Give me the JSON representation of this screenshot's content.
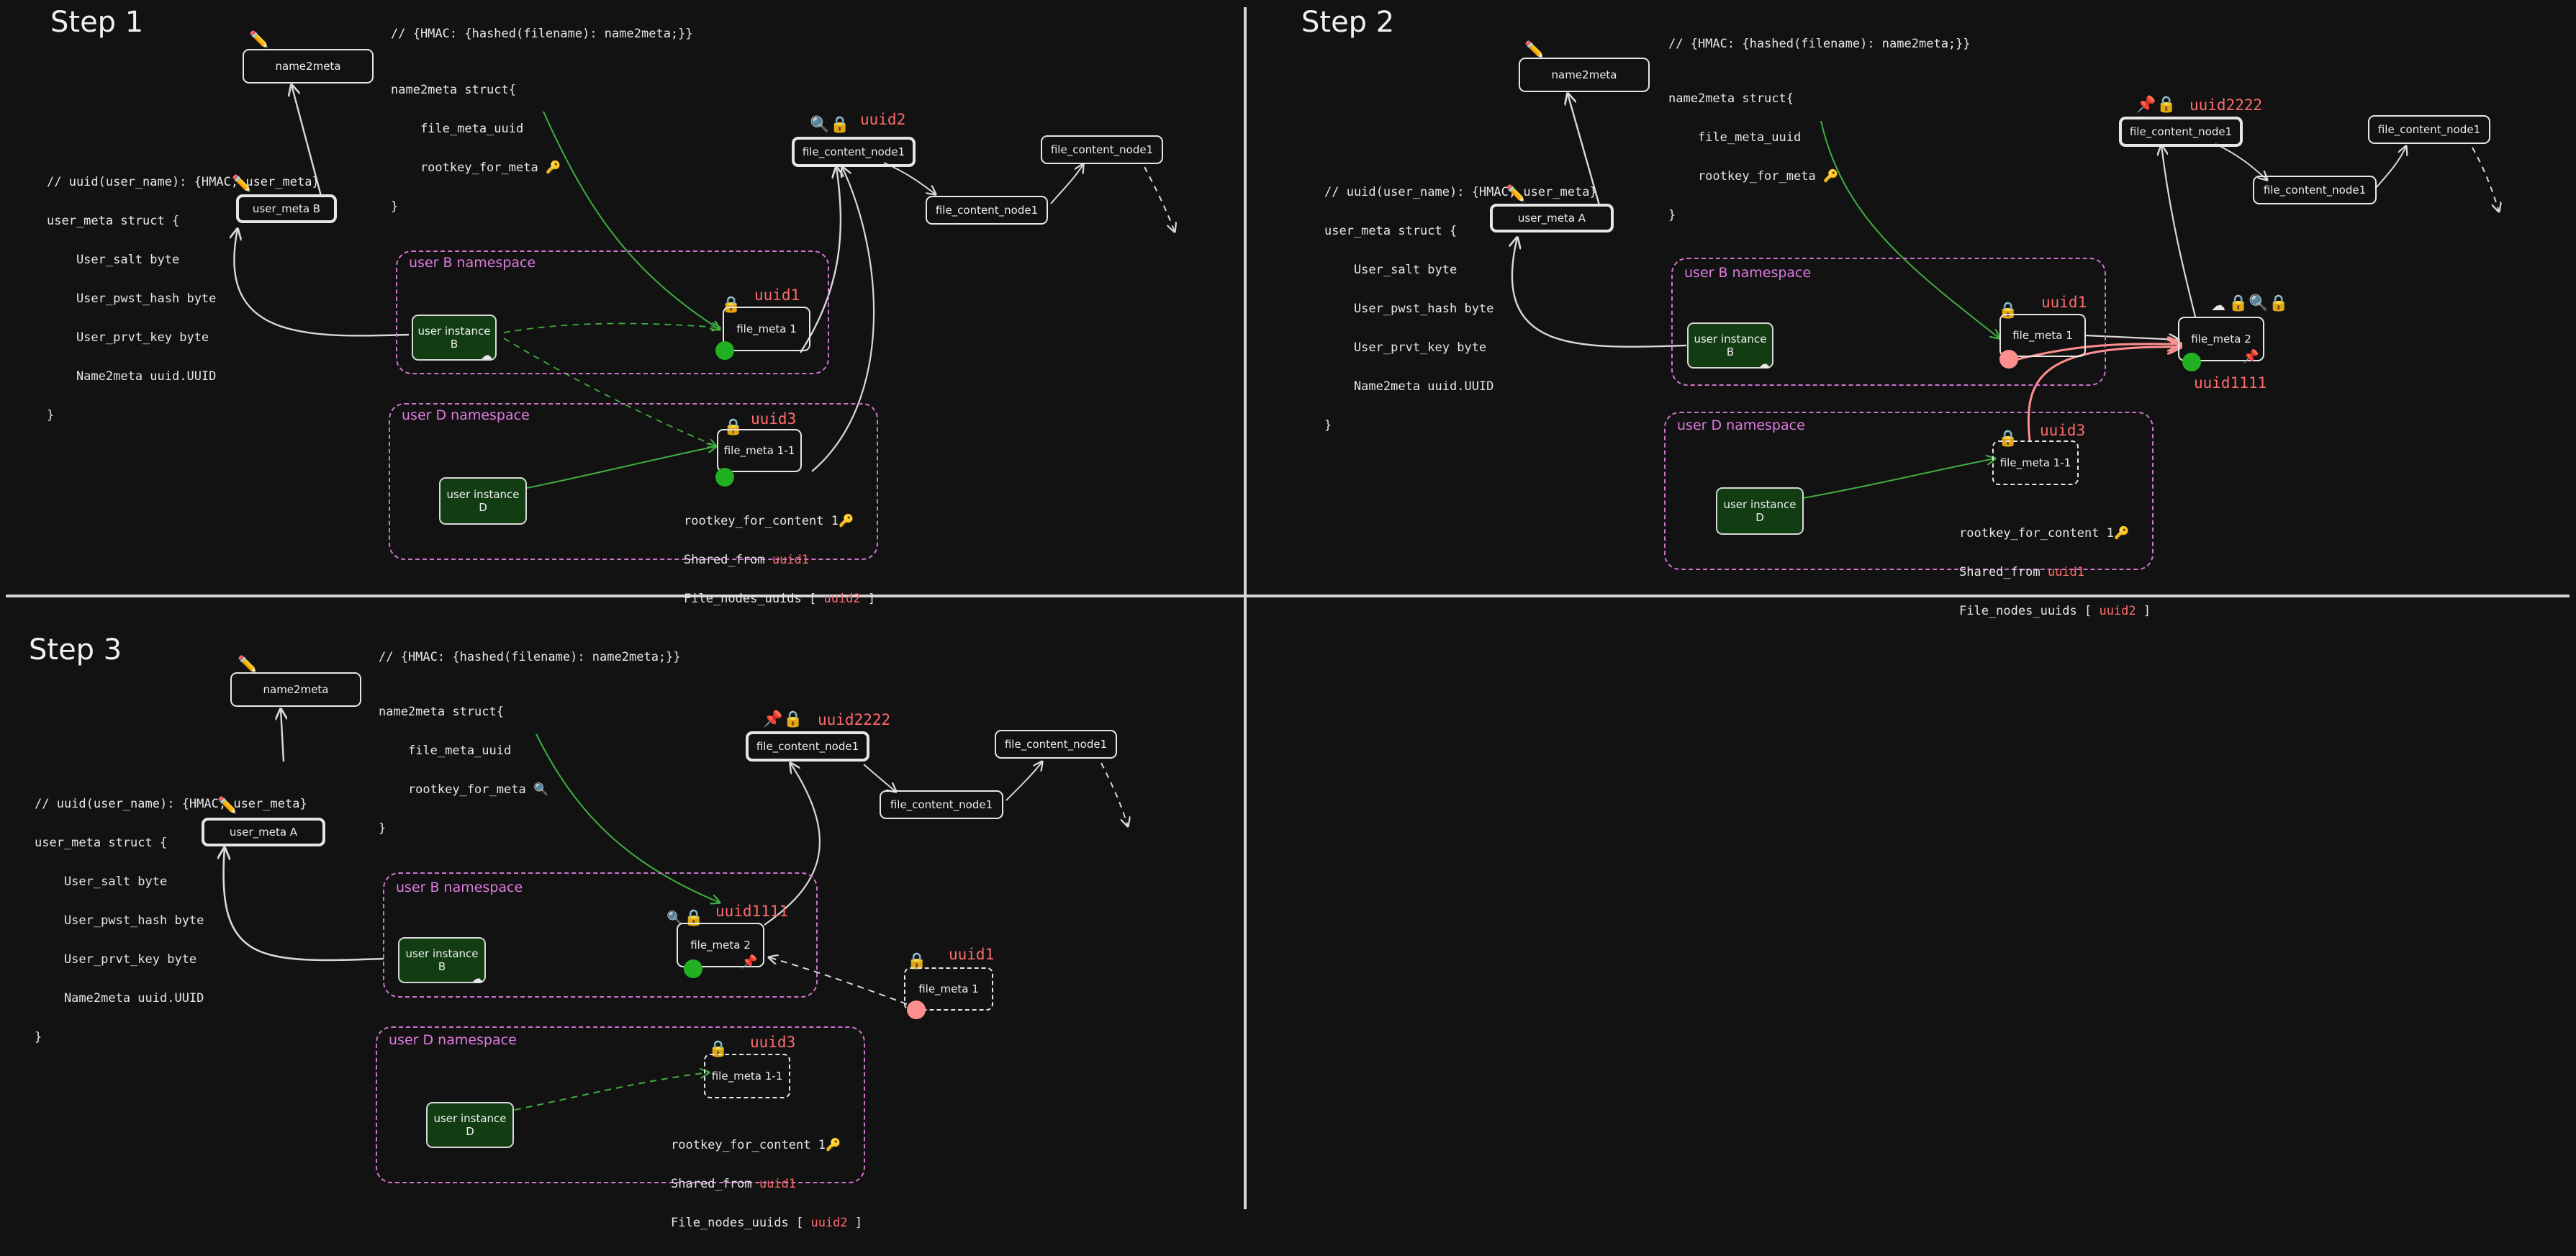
{
  "colors": {
    "background": "#121212",
    "namespace_border": "#cf74cf",
    "namespace_label": "#e07be0",
    "uuid_text": "#ff6b6b",
    "instance_fill": "#123d13",
    "arrow_green": "#3fae3f",
    "arrow_red": "#ff8f8f",
    "arrow_white": "#d8d8d8",
    "green_dot": "#21b021",
    "red_dot": "#ff8f8f"
  },
  "icons": {
    "edit": "pencil-icon",
    "lock": "lock-icon",
    "key": "key-icon",
    "magnifier": "magnifier-icon",
    "pin": "pushpin-icon",
    "cloud": "cloud-icon"
  },
  "step1": {
    "title": "Step 1",
    "comment_hmac": "// {HMAC: {hashed(filename): name2meta;}}",
    "name2meta_struct": [
      "name2meta struct{",
      "    file_meta_uuid",
      "    rootkey_for_meta"
    ],
    "struct_close": "}",
    "user_meta_comment": "// uuid(user_name): {HMAC, user_meta}",
    "user_meta_struct": [
      "user_meta struct {",
      "    User_salt byte",
      "    User_pwst_hash byte",
      "    User_prvt_key byte",
      "    Name2meta uuid.UUID",
      "}"
    ],
    "name2meta_box": "name2meta",
    "user_meta_box": "user_meta B",
    "ns_b_label": "user B namespace",
    "ns_d_label": "user D namespace",
    "inst_b": [
      "user instance",
      "B"
    ],
    "inst_d": [
      "user instance",
      "D"
    ],
    "file_meta_1": "file_meta 1",
    "file_meta_11": "file_meta 1-1",
    "uuid1": "uuid1",
    "uuid2": "uuid2",
    "uuid3": "uuid3",
    "content_node_a": "file_content_node1",
    "content_node_b": "file_content_node1",
    "content_node_c": "file_content_node1",
    "share_lines": [
      "rootkey_for_content 1",
      "Shared_from ",
      "File_nodes_uuids [ "
    ],
    "share_uuid1": "uuid1",
    "share_uuid2": "uuid2",
    "share_close": " ]"
  },
  "step2": {
    "title": "Step 2",
    "comment_hmac": "// {HMAC: {hashed(filename): name2meta;}}",
    "name2meta_struct": [
      "name2meta struct{",
      "    file_meta_uuid",
      "    rootkey_for_meta"
    ],
    "struct_close": "}",
    "user_meta_comment": "// uuid(user_name): {HMAC, user_meta}",
    "user_meta_struct": [
      "user_meta struct {",
      "    User_salt byte",
      "    User_pwst_hash byte",
      "    User_prvt_key byte",
      "    Name2meta uuid.UUID",
      "}"
    ],
    "name2meta_box": "name2meta",
    "user_meta_box": "user_meta A",
    "ns_b_label": "user B namespace",
    "ns_d_label": "user D namespace",
    "inst_b": [
      "user instance",
      "B"
    ],
    "inst_d": [
      "user instance",
      "D"
    ],
    "file_meta_1": "file_meta 1",
    "file_meta_2": "file_meta 2",
    "file_meta_11": "file_meta 1-1",
    "uuid1": "uuid1",
    "uuid3": "uuid3",
    "uuid1111": "uuid1111",
    "uuid2222": "uuid2222",
    "content_node_a": "file_content_node1",
    "content_node_b": "file_content_node1",
    "content_node_c": "file_content_node1",
    "share_lines": [
      "rootkey_for_content 1",
      "Shared_from ",
      "File_nodes_uuids [ "
    ],
    "share_uuid1": "uuid1",
    "share_uuid2": "uuid2",
    "share_close": " ]"
  },
  "step3": {
    "title": "Step 3",
    "comment_hmac": "// {HMAC: {hashed(filename): name2meta;}}",
    "name2meta_struct": [
      "name2meta struct{",
      "    file_meta_uuid",
      "    rootkey_for_meta"
    ],
    "struct_close": "}",
    "user_meta_comment": "// uuid(user_name): {HMAC, user_meta}",
    "user_meta_struct": [
      "user_meta struct {",
      "    User_salt byte",
      "    User_pwst_hash byte",
      "    User_prvt_key byte",
      "    Name2meta uuid.UUID",
      "}"
    ],
    "name2meta_box": "name2meta",
    "user_meta_box": "user_meta A",
    "ns_b_label": "user B namespace",
    "ns_d_label": "user D namespace",
    "inst_b": [
      "user instance",
      "B"
    ],
    "inst_d": [
      "user instance",
      "D"
    ],
    "file_meta_1": "file_meta 1",
    "file_meta_2": "file_meta 2",
    "file_meta_11": "file_meta 1-1",
    "uuid1": "uuid1",
    "uuid3": "uuid3",
    "uuid1111": "uuid1111",
    "uuid2222": "uuid2222",
    "content_node_a": "file_content_node1",
    "content_node_b": "file_content_node1",
    "content_node_c": "file_content_node1",
    "share_lines": [
      "rootkey_for_content 1",
      "Shared_from ",
      "File_nodes_uuids [ "
    ],
    "share_uuid1": "uuid1",
    "share_uuid2": "uuid2",
    "share_close": " ]"
  }
}
